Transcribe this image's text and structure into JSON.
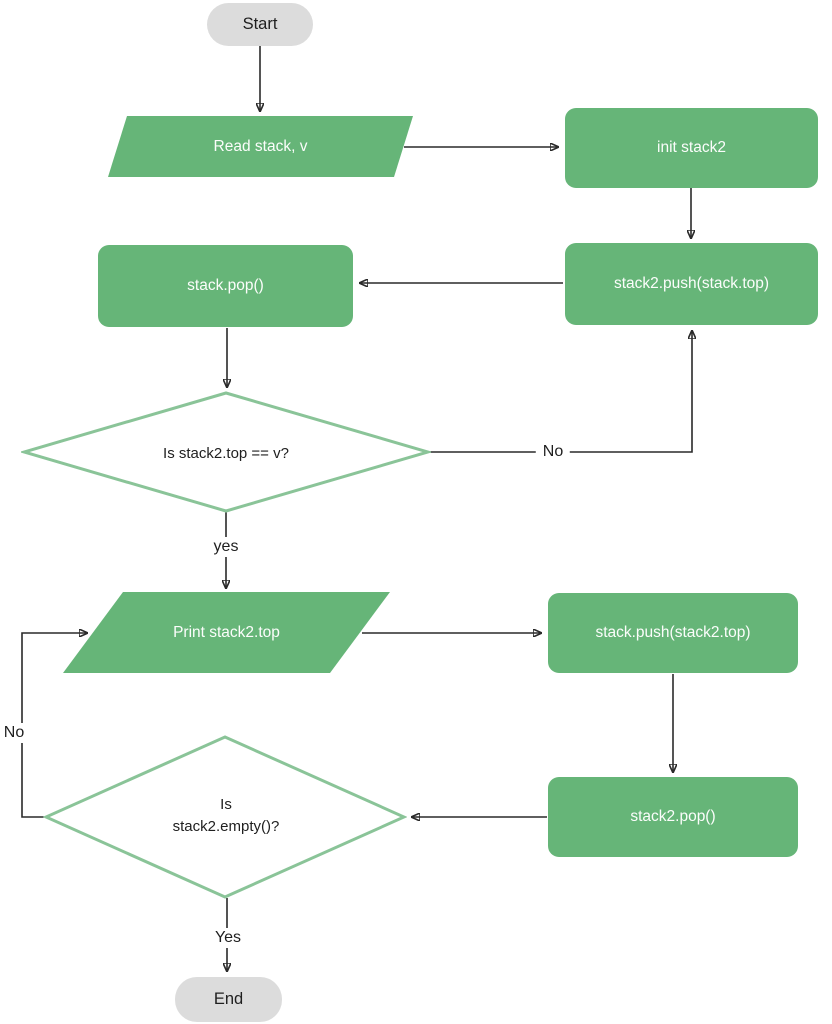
{
  "diagram_type": "flowchart",
  "nodes": {
    "start": "Start",
    "read_input": "Read stack, v",
    "init_stack2": "init stack2",
    "stack2_push": "stack2.push(stack.top)",
    "stack_pop": "stack.pop()",
    "decision_top_equals_v": "Is stack2.top == v?",
    "print_stack2_top": "Print stack2.top",
    "stack_push": "stack.push(stack2.top)",
    "stack2_pop": "stack2.pop()",
    "decision_stack2_empty": "Is\nstack2.empty()?",
    "end": "End"
  },
  "edges": [
    {
      "from": "start",
      "to": "read_input",
      "label": ""
    },
    {
      "from": "read_input",
      "to": "init_stack2",
      "label": ""
    },
    {
      "from": "init_stack2",
      "to": "stack2_push",
      "label": ""
    },
    {
      "from": "stack2_push",
      "to": "stack_pop",
      "label": ""
    },
    {
      "from": "stack_pop",
      "to": "decision_top_equals_v",
      "label": ""
    },
    {
      "from": "decision_top_equals_v",
      "to": "stack2_push",
      "label": "No"
    },
    {
      "from": "decision_top_equals_v",
      "to": "print_stack2_top",
      "label": "yes"
    },
    {
      "from": "print_stack2_top",
      "to": "stack_push",
      "label": ""
    },
    {
      "from": "stack_push",
      "to": "stack2_pop",
      "label": ""
    },
    {
      "from": "stack2_pop",
      "to": "decision_stack2_empty",
      "label": ""
    },
    {
      "from": "decision_stack2_empty",
      "to": "print_stack2_top",
      "label": "No"
    },
    {
      "from": "decision_stack2_empty",
      "to": "end",
      "label": "Yes"
    }
  ],
  "colors": {
    "process_fill": "#66b578",
    "decision_border": "#8ac498",
    "terminator_fill": "#dcdcdc",
    "node_text_light": "#fbfdfb",
    "text_dark": "#1f1f1f",
    "connector": "#2a2a2a",
    "background": "#ffffff"
  }
}
